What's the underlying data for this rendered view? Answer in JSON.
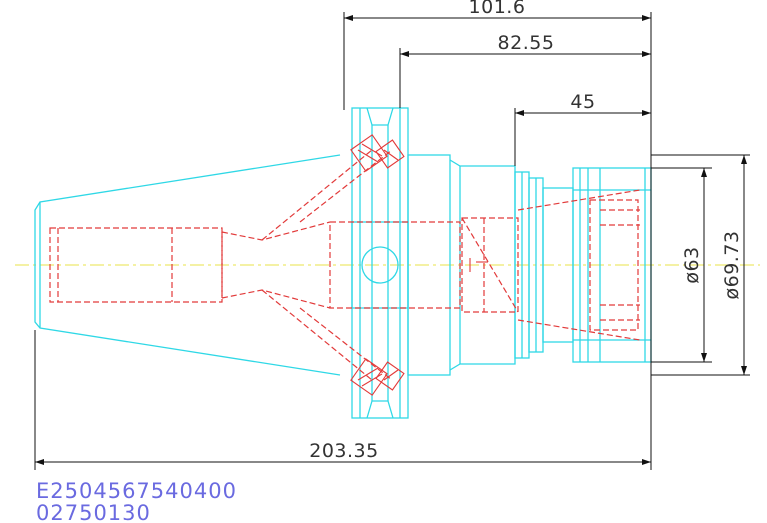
{
  "drawing": {
    "dimensions": {
      "overall_length": "203.35",
      "top_length": "101.6",
      "mid_length": "82.55",
      "short_length": "45",
      "diameter_inner": "ø63",
      "diameter_outer": "ø69.73"
    },
    "codes": {
      "part_number": "E2504567540400",
      "reference": "02750130"
    },
    "colors": {
      "outline": "#2fd8e6",
      "hidden_lines": "#e23a3a",
      "centerline": "#e8e34a",
      "dimension_lines": "#111111",
      "code_text": "#6a6ae0"
    }
  }
}
